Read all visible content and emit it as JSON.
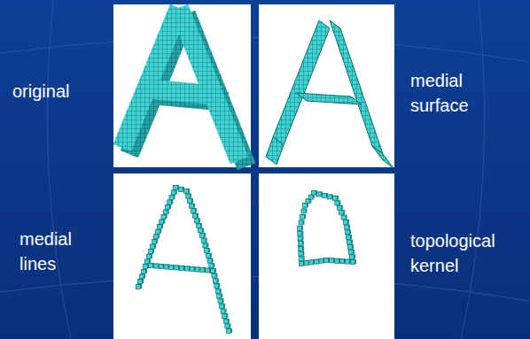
{
  "diagram": {
    "labels": [
      "original",
      "medial surface",
      "medial lines",
      "topological kernel"
    ]
  }
}
